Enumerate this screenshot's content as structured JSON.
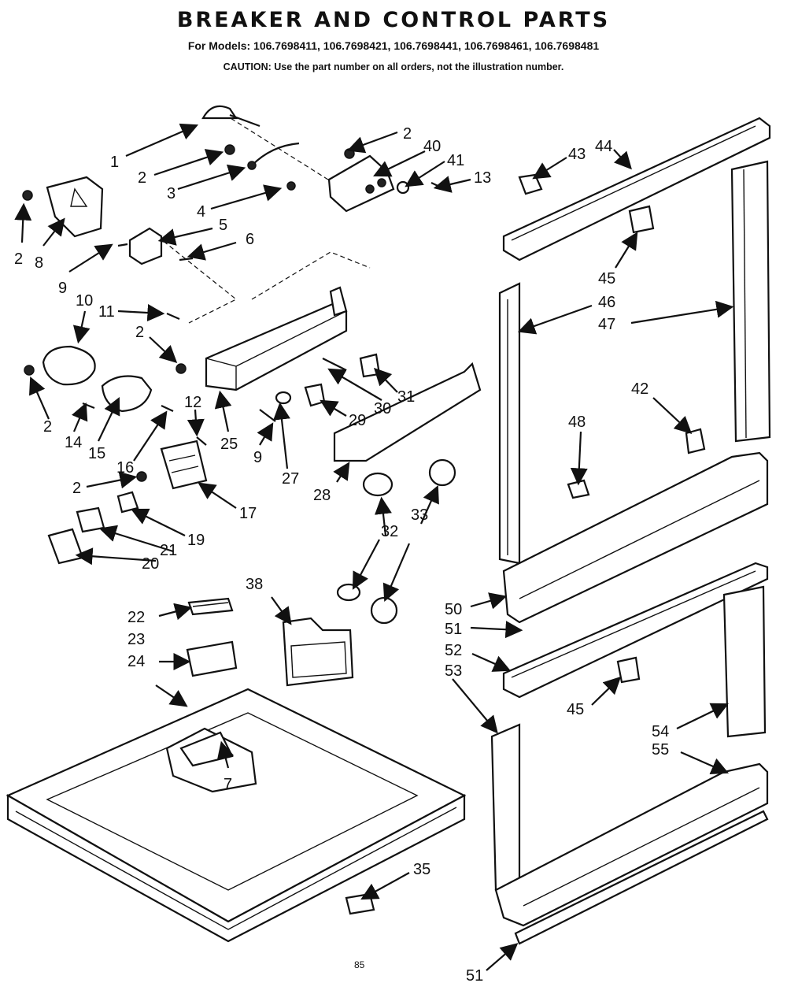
{
  "header": {
    "title": "BREAKER AND CONTROL PARTS",
    "models": "For Models: 106.7698411, 106.7698421, 106.7698441, 106.7698461, 106.7698481",
    "caution": "CAUTION: Use the part number on all orders, not the illustration number."
  },
  "footer": {
    "page": "85"
  },
  "callouts": [
    "1",
    "2",
    "2",
    "3",
    "4",
    "2",
    "8",
    "9",
    "5",
    "6",
    "10",
    "11",
    "2",
    "2",
    "14",
    "15",
    "16",
    "12",
    "25",
    "9",
    "27",
    "29",
    "30",
    "31",
    "28",
    "2",
    "17",
    "19",
    "21",
    "20",
    "32",
    "33",
    "38",
    "22",
    "23",
    "24",
    "7",
    "35",
    "2",
    "40",
    "41",
    "13",
    "43",
    "44",
    "45",
    "46",
    "47",
    "42",
    "48",
    "50",
    "51",
    "52",
    "53",
    "45",
    "54",
    "55",
    "51"
  ]
}
